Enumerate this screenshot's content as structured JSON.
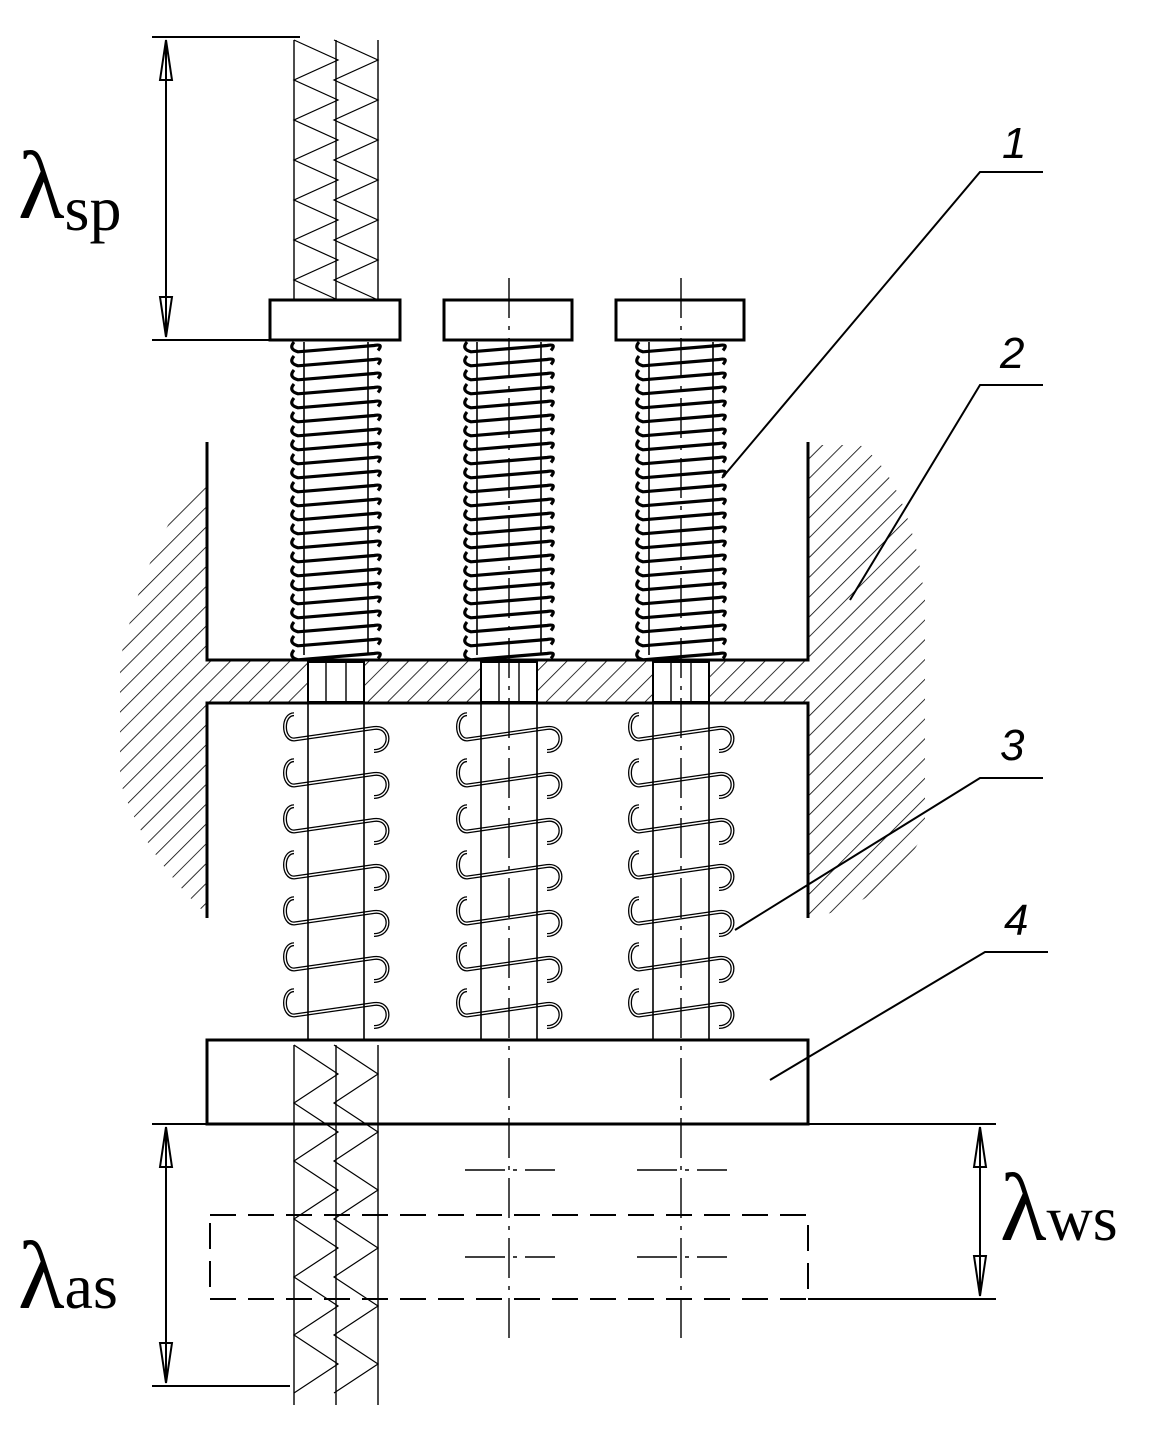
{
  "labels": {
    "callout_1": "1",
    "callout_2": "2",
    "callout_3": "3",
    "callout_4": "4"
  },
  "dimensions": {
    "sp": {
      "symbol": "λ",
      "sub": "sp"
    },
    "as": {
      "symbol": "λ",
      "sub": "as"
    },
    "ws": {
      "symbol": "λ",
      "sub": "ws"
    }
  },
  "colors": {
    "line": "#000000",
    "background": "#ffffff"
  }
}
